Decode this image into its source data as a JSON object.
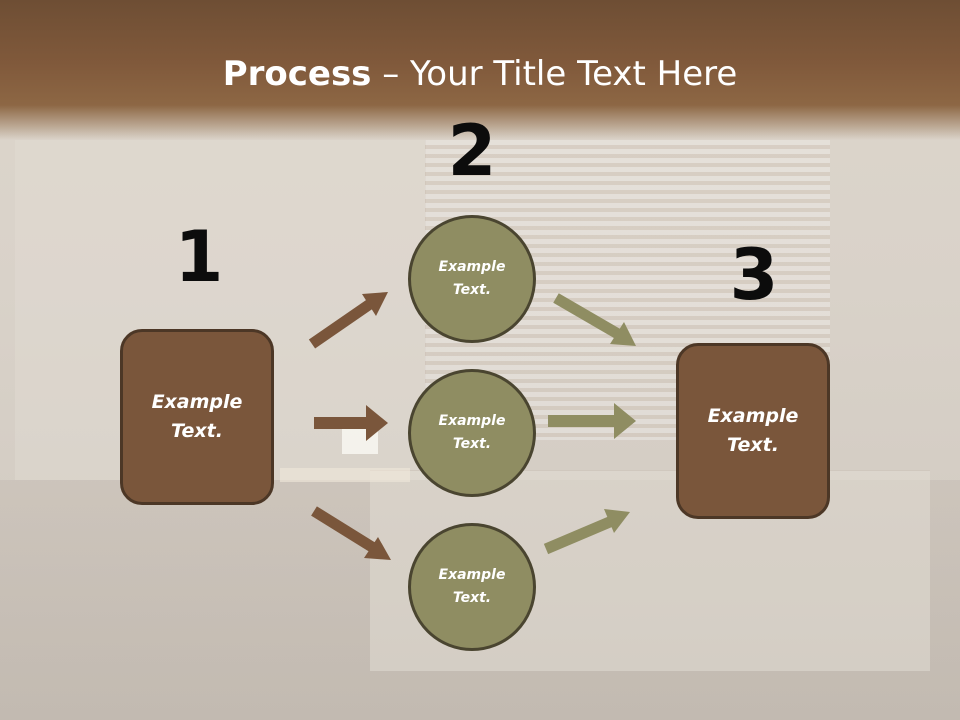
{
  "slide": {
    "title_bold": "Process",
    "title_rest": " – Your Title Text Here"
  },
  "steps": {
    "step1_number": "1",
    "step2_number": "2",
    "step3_number": "3"
  },
  "nodes": {
    "left_box": {
      "line1": "Example",
      "line2": "Text."
    },
    "circle_top": {
      "line1": "Example",
      "line2": "Text."
    },
    "circle_middle": {
      "line1": "Example",
      "line2": "Text."
    },
    "circle_bottom": {
      "line1": "Example",
      "line2": "Text."
    },
    "right_box": {
      "line1": "Example",
      "line2": "Text."
    }
  },
  "colors": {
    "header": "#80593b",
    "box_fill": "#7a563b",
    "circle_fill": "#8f8d62",
    "arrow_brown": "#7a563b",
    "arrow_olive": "#8f8d62"
  }
}
